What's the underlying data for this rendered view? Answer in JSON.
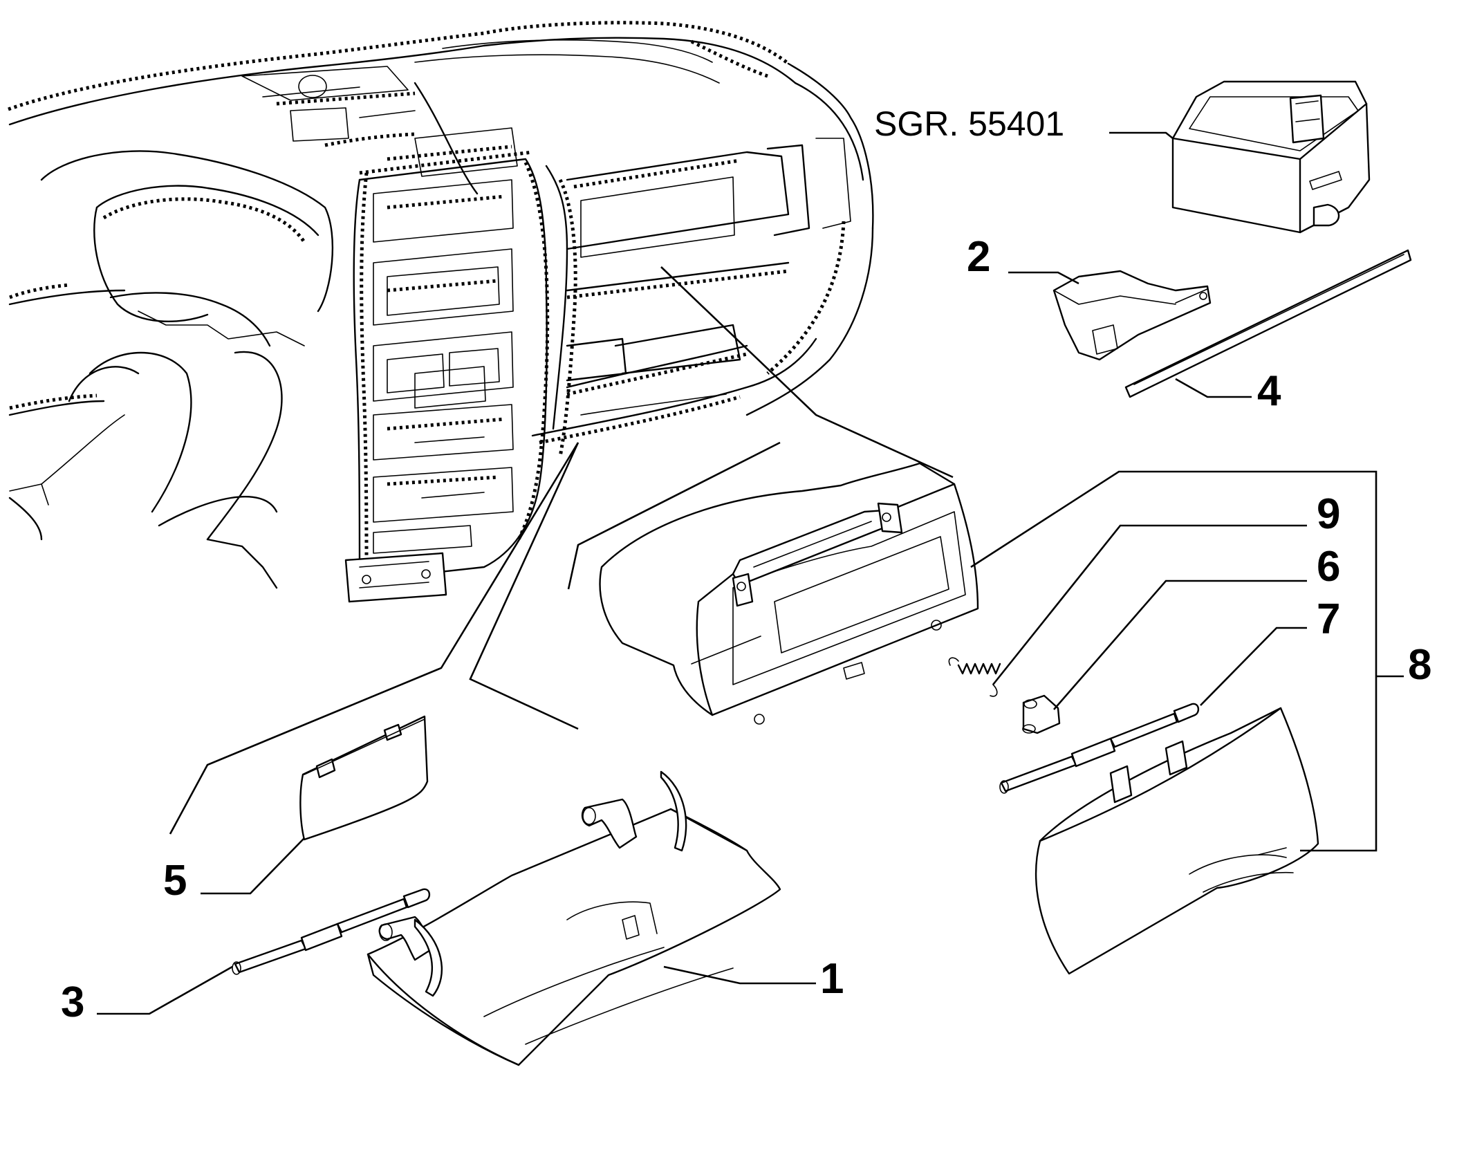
{
  "diagram": {
    "reference": "SGR. 55401",
    "callouts": [
      {
        "id": "1",
        "label": "1"
      },
      {
        "id": "2",
        "label": "2"
      },
      {
        "id": "3",
        "label": "3"
      },
      {
        "id": "4",
        "label": "4"
      },
      {
        "id": "5",
        "label": "5"
      },
      {
        "id": "6",
        "label": "6"
      },
      {
        "id": "7",
        "label": "7"
      },
      {
        "id": "8",
        "label": "8"
      },
      {
        "id": "9",
        "label": "9"
      }
    ]
  },
  "colors": {
    "line": "#000000",
    "background": "#ffffff"
  }
}
